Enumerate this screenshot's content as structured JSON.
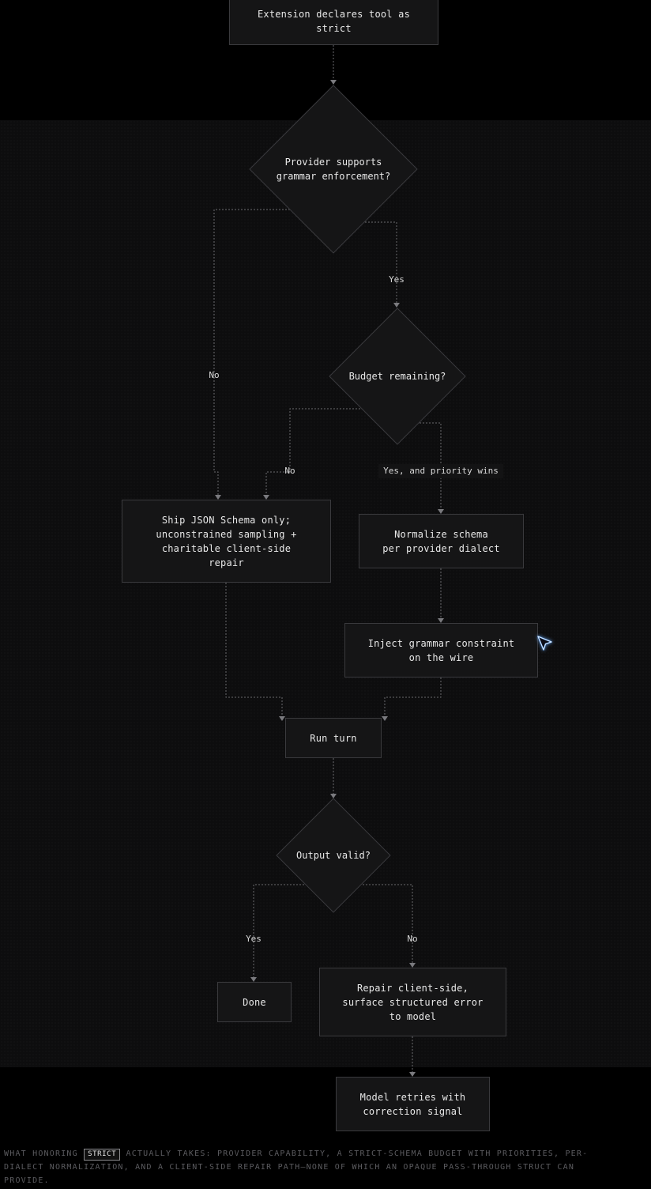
{
  "nodes": {
    "extension_declares": [
      "Extension declares tool as",
      "strict"
    ],
    "provider_supports": [
      "Provider supports",
      "grammar enforcement?"
    ],
    "budget_remaining": [
      "Budget remaining?"
    ],
    "ship_schema": [
      "Ship JSON Schema only;",
      "unconstrained sampling +",
      "charitable client-side",
      "repair"
    ],
    "normalize_schema": [
      "Normalize schema",
      "per provider dialect"
    ],
    "inject_grammar": [
      "Inject grammar constraint",
      "on the wire"
    ],
    "run_turn": [
      "Run turn"
    ],
    "output_valid": [
      "Output valid?"
    ],
    "done": [
      "Done"
    ],
    "repair_client": [
      "Repair client-side,",
      "surface structured error",
      "to model"
    ],
    "model_retries": [
      "Model retries with",
      "correction signal"
    ]
  },
  "edge_labels": {
    "provider_yes": "Yes",
    "provider_no": "No",
    "budget_no": "No",
    "budget_yes": "Yes, and priority wins",
    "output_yes": "Yes",
    "output_no": "No"
  },
  "caption": {
    "before": "WHAT HONORING",
    "keyword": "STRICT",
    "after": "ACTUALLY TAKES: PROVIDER CAPABILITY, A STRICT-SCHEMA BUDGET WITH PRIORITIES, PER-DIALECT NORMALIZATION, AND A CLIENT-SIDE REPAIR PATH—NONE OF WHICH AN OPAQUE PASS-THROUGH STRUCT CAN PROVIDE."
  },
  "colors": {
    "background": "#000000",
    "band": "#0d0d0e",
    "node_fill": "#151516",
    "node_border": "#3a3a3d",
    "edge": "#6a6a6e",
    "cursor_glow": "#3d8bff"
  },
  "icons": {
    "cursor": "mouse-pointer-icon"
  }
}
